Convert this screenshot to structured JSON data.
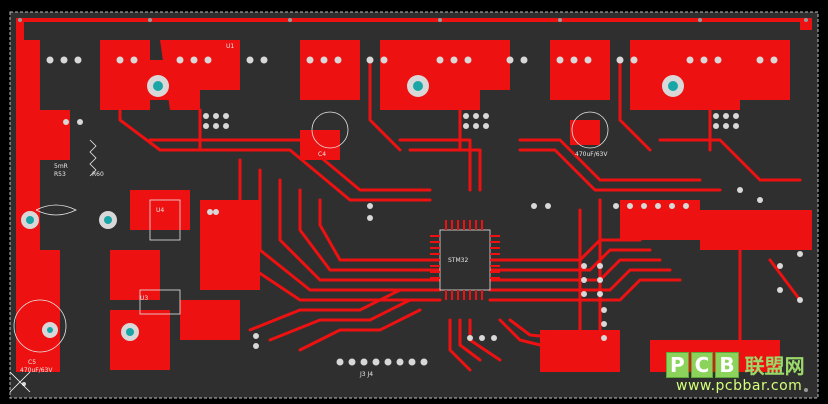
{
  "board": {
    "colors": {
      "background": "#000000",
      "board": "#2f2f2f",
      "copper": "#ee1111",
      "pad": "#d8d8d8",
      "via_hole": "#1aa6a6",
      "silkscreen": "#e8e8e8",
      "outline": "#bdbdbd"
    },
    "silk_labels": {
      "u_top": "U1",
      "res1": "5mR",
      "res2": "R53",
      "res3": "R60",
      "cap1": "C5",
      "cap2": "470uF/63V",
      "cap3": "470uF/63V",
      "cap4": "C4",
      "ic_main": "U3",
      "ic_drv": "U4",
      "mcu": "STM32",
      "bottom": "J3  J4"
    }
  },
  "watermark": {
    "logo_letters": [
      "P",
      "C",
      "B"
    ],
    "logo_text": "联盟网",
    "url": "www.pcbbar.com"
  }
}
